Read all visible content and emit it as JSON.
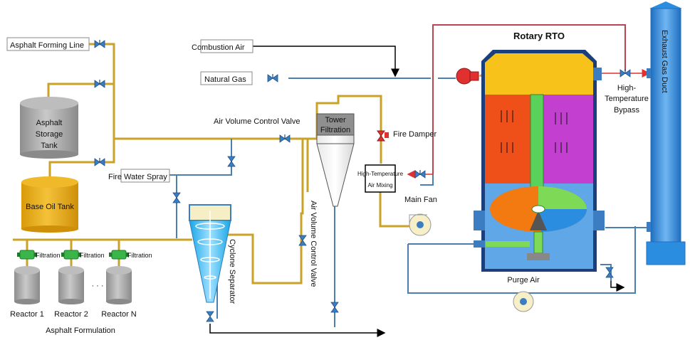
{
  "labels": {
    "asphalt_forming_line": "Asphalt Forming Line",
    "storage_tank_1": "Asphalt",
    "storage_tank_2": "Storage",
    "storage_tank_3": "Tank",
    "base_oil_tank": "Base Oil Tank",
    "filtration": "Filtration",
    "reactor_1": "Reactor 1",
    "reactor_2": "Reactor 2",
    "reactor_n": "Reactor N",
    "dots": "· · ·",
    "asphalt_formulation": "Asphalt Formulation",
    "fire_water_spray": "Fire Water Spray",
    "combustion_air": "Combustion Air",
    "natural_gas": "Natural Gas",
    "air_volume_control_valve": "Air Volume Control Valve",
    "air_volume_control_valve_vertical": "Air Volume Control Valve",
    "cyclone_separator": "Cyclone Separator",
    "tower_filtration_1": "Tower",
    "tower_filtration_2": "Filtration",
    "fire_damper": "Fire Damper",
    "high_temp_air_mixing_1": "High-Temperature",
    "high_temp_air_mixing_2": "Air Mixing",
    "main_fan": "Main Fan",
    "rotary_rto": "Rotary RTO",
    "purge_air": "Purge Air",
    "bypass_1": "High-",
    "bypass_2": "Temperature",
    "bypass_3": "Bypass",
    "exhaust_gas_duct": "Exhaust Gas Duct"
  },
  "colors": {
    "asphalt_pipe": "#c9a227",
    "clean_pipe": "#4a7fb0",
    "hot_line": "#e03030",
    "valve": "#3b7dc0",
    "filter": "#39b54a",
    "rto_top": "#f7c21a",
    "rto_left": "#ef3a1f",
    "rto_right": "#c23fd0",
    "rto_bottom": "#5fa7e6",
    "chimney": "#2b8de0",
    "tank": "#a3a3a3",
    "base_oil": "#e5ad14"
  }
}
